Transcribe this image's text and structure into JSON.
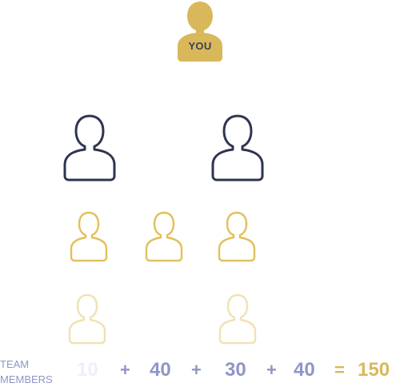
{
  "you_label": "YOU",
  "legend": {
    "line1": "TEAM",
    "line2": "MEMBERS"
  },
  "equation": {
    "term1": "10",
    "plus1": "+",
    "term2": "40",
    "plus2": "+",
    "term3": "30",
    "plus3": "+",
    "term4": "40",
    "equals": "=",
    "total": "150"
  },
  "colors": {
    "you_fill": "#d9b85c",
    "level1_stroke": "#2f3550",
    "level2_stroke": "#e2c15c",
    "level3_stroke": "#f0e2b4",
    "number_color": "#8f95c7",
    "total_color": "#d9b85c",
    "faded_number_color": "#eef0f8"
  }
}
